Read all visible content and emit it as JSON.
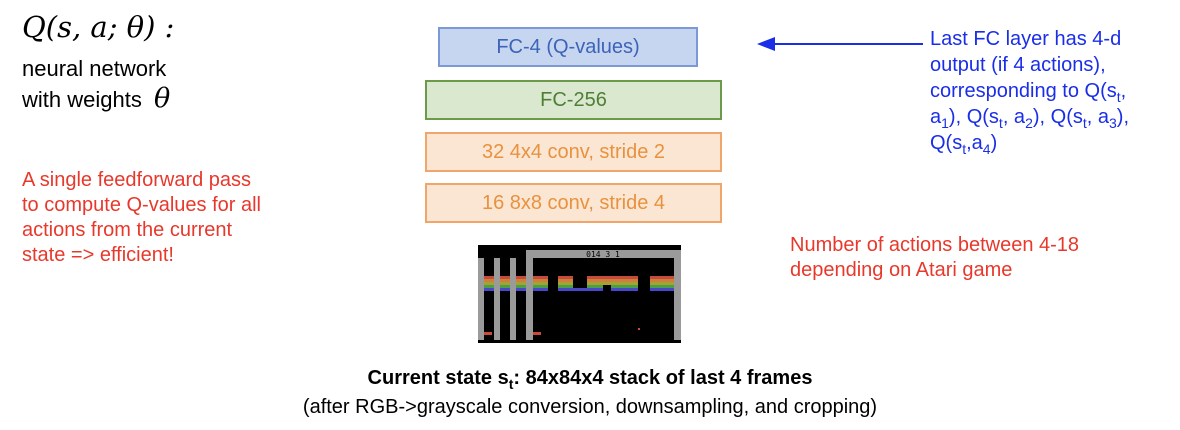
{
  "equation": {
    "formula": "Q(s, a; θ) :",
    "line1": "neural network",
    "line2_prefix": "with weights",
    "theta": "θ"
  },
  "left_note": {
    "lines": [
      "A single feedforward pass",
      "to compute Q-values for all",
      "actions from the current",
      "state => efficient!"
    ]
  },
  "layers": [
    "FC-4 (Q-values)",
    "FC-256",
    "32 4x4 conv, stride 2",
    "16 8x8 conv, stride 4"
  ],
  "right_note_blue": {
    "line1": "Last FC layer has 4-d",
    "line2": "output (if 4 actions),",
    "line3": "corresponding to Q(s",
    "line4a": "a",
    "line4b": "), Q(s",
    "line4c": ", a",
    "line4d": "), Q(s",
    "line4e": ", a",
    "line4f": "),",
    "line5a": "Q(s",
    "line5b": ",a",
    "line5c": ")",
    "sub_t": "t",
    "sub_1": "1",
    "sub_2": "2",
    "sub_3": "3",
    "sub_4": "4",
    "comma": ","
  },
  "right_note_red": {
    "lines": [
      "Number of actions between 4-18",
      "depending on Atari game"
    ]
  },
  "frames": {
    "score": "014 3 1"
  },
  "caption": {
    "line1_prefix": "Current state s",
    "line1_sub": "t",
    "line1_suffix": ": 84x84x4 stack of last 4 frames",
    "line2": "(after RGB->grayscale conversion, downsampling, and cropping)"
  },
  "colors": {
    "red": "#e8382b",
    "blue": "#1a2ee8",
    "fc_q_fill": "#c7d6f0",
    "fc_fill": "#d9e8cf",
    "conv_fill": "#fbe6d4"
  }
}
